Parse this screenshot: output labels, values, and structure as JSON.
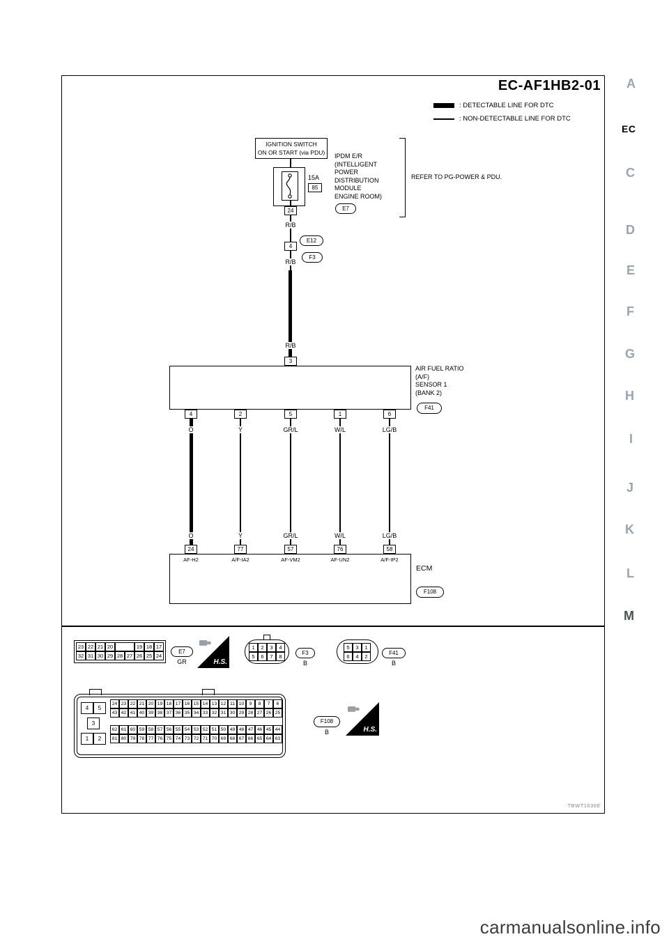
{
  "sidebar": {
    "tabs": [
      "A",
      "EC",
      "C",
      "D",
      "E",
      "F",
      "G",
      "H",
      "I",
      "J",
      "K",
      "L",
      "M"
    ]
  },
  "diagram": {
    "title": "EC-AF1HB2-01",
    "legend": {
      "detectable": ": DETECTABLE LINE FOR DTC",
      "non_detectable": ": NON-DETECTABLE LINE FOR DTC"
    },
    "ignition_switch": {
      "line1": "IGNITION SWITCH",
      "line2": "ON OR START (via PDU)"
    },
    "ipdm": {
      "fuse_rating": "15A",
      "fuse_ref": "85",
      "name_lines": [
        "IPDM E/R",
        "(INTELLIGENT",
        "POWER",
        "DISTRIBUTION",
        "MODULE",
        "ENGINE ROOM)"
      ],
      "connector": "E7",
      "pin": "24",
      "refer_note": "REFER TO PG-POWER & PDU."
    },
    "wire_color_main": "R/B",
    "junction": {
      "pin": "4",
      "connector_a": "E12",
      "connector_b": "F3"
    },
    "sensor": {
      "input_pin": "3",
      "name_lines": [
        "AIR FUEL RATIO",
        "(A/F)",
        "SENSOR 1",
        "(BANK 2)"
      ],
      "connector": "F41",
      "pins": [
        "4",
        "2",
        "5",
        "1",
        "6"
      ],
      "wire_colors": [
        "O",
        "Y",
        "GR/L",
        "W/L",
        "LG/B"
      ]
    },
    "ecm": {
      "pins": [
        "24",
        "77",
        "57",
        "76",
        "58"
      ],
      "terminals": [
        "AF-H2",
        "A/F-IA2",
        "AF-VM2",
        "AF-UN2",
        "A/F-IP2"
      ],
      "name": "ECM",
      "connector": "F108"
    },
    "figure_code": "TBWT1636E"
  },
  "connector_views": {
    "hs_label": "H.S.",
    "e7": {
      "id": "E7",
      "color": "GR",
      "rows": [
        [
          "23",
          "22",
          "21",
          "20",
          "",
          "19",
          "18",
          "17"
        ],
        [
          "32",
          "31",
          "30",
          "29",
          "28",
          "27",
          "26",
          "25",
          "24"
        ]
      ]
    },
    "f3": {
      "id": "F3",
      "color": "B",
      "rows": [
        [
          "1",
          "2",
          "3",
          "4"
        ],
        [
          "5",
          "6",
          "7",
          "8"
        ]
      ]
    },
    "f41": {
      "id": "F41",
      "color": "B",
      "rows": [
        [
          "5",
          "3",
          "1"
        ],
        [
          "6",
          "4",
          "2"
        ]
      ]
    },
    "f108": {
      "id": "F108",
      "color": "B",
      "side_top": [
        [
          "4",
          "5"
        ]
      ],
      "side_mid": [
        [
          "3"
        ]
      ],
      "side_bot": [
        [
          "1",
          "2"
        ]
      ],
      "grid_upper": [
        [
          "24",
          "23",
          "22",
          "21",
          "20",
          "19",
          "18",
          "17",
          "16",
          "15",
          "14",
          "13",
          "12",
          "11",
          "10",
          "9",
          "8",
          "7",
          "6"
        ],
        [
          "43",
          "42",
          "41",
          "40",
          "39",
          "38",
          "37",
          "36",
          "35",
          "34",
          "33",
          "32",
          "31",
          "30",
          "29",
          "28",
          "27",
          "26",
          "25"
        ]
      ],
      "grid_lower": [
        [
          "62",
          "61",
          "60",
          "59",
          "58",
          "57",
          "56",
          "55",
          "54",
          "53",
          "52",
          "51",
          "50",
          "49",
          "48",
          "47",
          "46",
          "45",
          "44"
        ],
        [
          "81",
          "80",
          "79",
          "78",
          "77",
          "76",
          "75",
          "74",
          "73",
          "72",
          "71",
          "70",
          "69",
          "68",
          "67",
          "66",
          "65",
          "64",
          "63"
        ]
      ]
    }
  },
  "footer": {
    "watermark": "carmanualsonline.info"
  }
}
